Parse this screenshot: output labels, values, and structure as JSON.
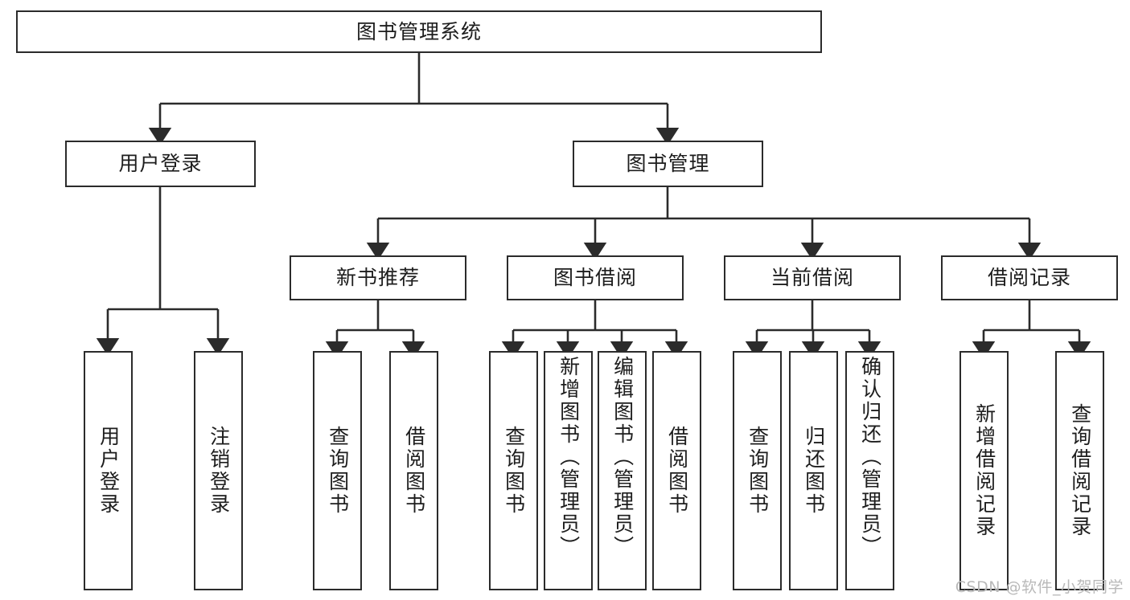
{
  "diagram": {
    "title": "图书管理系统",
    "type": "tree-hierarchy-diagram",
    "root": {
      "label": "图书管理系统"
    },
    "level2": [
      {
        "label": "用户登录"
      },
      {
        "label": "图书管理"
      }
    ],
    "level3": [
      {
        "label": "新书推荐"
      },
      {
        "label": "图书借阅"
      },
      {
        "label": "当前借阅"
      },
      {
        "label": "借阅记录"
      }
    ],
    "leaves": {
      "user_login": [
        {
          "label": "用户登录"
        },
        {
          "label": "注销登录"
        }
      ],
      "new_book_recommend": [
        {
          "label": "查询图书"
        },
        {
          "label": "借阅图书"
        }
      ],
      "book_borrow": [
        {
          "label": "查询图书"
        },
        {
          "label": "新增图书（管理员）"
        },
        {
          "label": "编辑图书（管理员）"
        },
        {
          "label": "借阅图书"
        }
      ],
      "current_borrow": [
        {
          "label": "查询图书"
        },
        {
          "label": "归还图书"
        },
        {
          "label": "确认归还（管理员）"
        }
      ],
      "borrow_record": [
        {
          "label": "新增借阅记录"
        },
        {
          "label": "查询借阅记录"
        }
      ]
    }
  },
  "watermark": {
    "text": "CSDN @软件_小贺同学"
  },
  "colors": {
    "stroke": "#2b2b2b",
    "background": "#ffffff",
    "text": "#1d1d1d",
    "watermark": "#b9b9b9"
  }
}
